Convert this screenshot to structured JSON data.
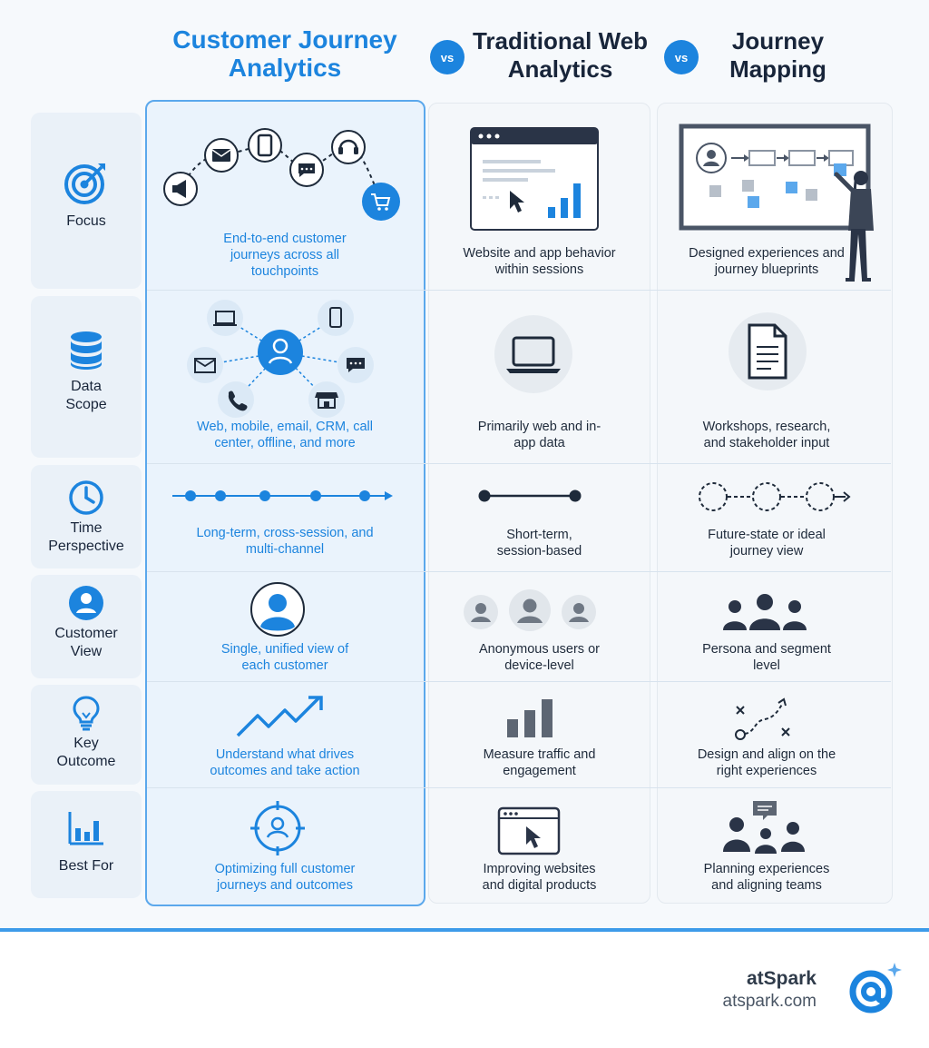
{
  "header": {
    "col1": "Customer Journey Analytics",
    "col2": "Traditional Web Analytics",
    "col3": "Journey Mapping",
    "vs": "vs"
  },
  "rows": [
    {
      "label": "Focus",
      "icon": "target-icon",
      "cja": "End-to-end customer journeys across all touchpoints",
      "web": "Website and app behavior within sessions",
      "map": "Designed experiences and journey blueprints"
    },
    {
      "label": "Data Scope",
      "icon": "database-icon",
      "cja": "Web, mobile, email, CRM, call center, offline, and more",
      "web": "Primarily web and in-app data",
      "map": "Workshops, research, and stakeholder input"
    },
    {
      "label": "Time Perspective",
      "icon": "clock-icon",
      "cja": "Long-term, cross-session, and multi-channel",
      "web": "Short-term, session-based",
      "map": "Future-state or ideal journey view"
    },
    {
      "label": "Customer View",
      "icon": "user-icon",
      "cja": "Single, unified view of each customer",
      "web": "Anonymous users or device-level",
      "map": "Persona and segment level"
    },
    {
      "label": "Key Outcome",
      "icon": "lightbulb-icon",
      "cja": "Understand what drives outcomes and take action",
      "web": "Measure traffic and engagement",
      "map": "Design and align on the right experiences"
    },
    {
      "label": "Best For",
      "icon": "bar-chart-icon",
      "cja": "Optimizing full customer journeys and outcomes",
      "web": "Improving websites and digital products",
      "map": "Planning experiences and aligning teams"
    }
  ],
  "brand": {
    "name": "atSpark",
    "url": "atspark.com"
  },
  "colors": {
    "accent": "#1c84de",
    "dark": "#18253a",
    "muted": "#6b7480"
  }
}
